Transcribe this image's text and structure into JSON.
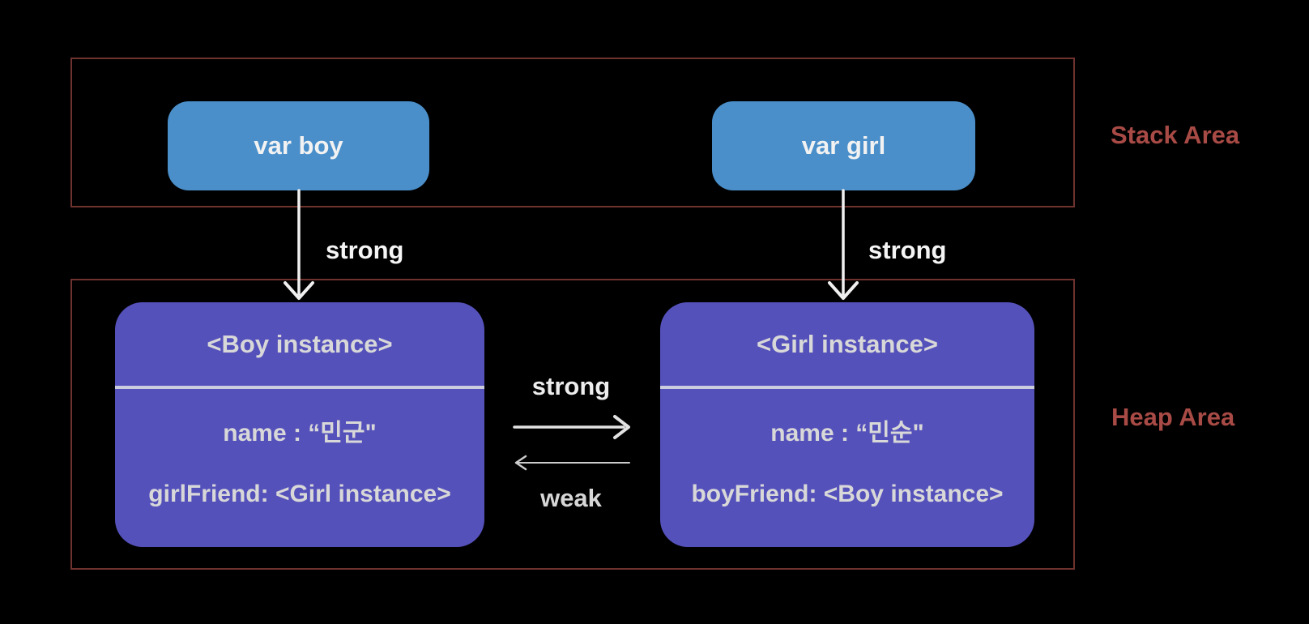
{
  "colors": {
    "background": "#000000",
    "area_border": "#6e332f",
    "area_label": "#a84a45",
    "stack_node": "#4a8fca",
    "stack_node_text": "#f2f2f2",
    "heap_node": "#5551bb",
    "node_text": "#d8d8d8",
    "divider": "#ccccdf",
    "arrow_strong": "#efefef",
    "arrow_weak": "#cccccc"
  },
  "stack_area": {
    "label": "Stack Area",
    "nodes": [
      {
        "label": "var boy"
      },
      {
        "label": "var girl"
      }
    ]
  },
  "heap_area": {
    "label": "Heap Area",
    "nodes": [
      {
        "title": "<Boy instance>",
        "fields": [
          {
            "text": "name : “민군\""
          },
          {
            "text": "girlFriend: <Girl instance>"
          }
        ]
      },
      {
        "title": "<Girl instance>",
        "fields": [
          {
            "text": "name : “민순\""
          },
          {
            "text": "boyFriend: <Boy instance>"
          }
        ]
      }
    ]
  },
  "references": {
    "var_boy_to_boy_instance": {
      "label": "strong"
    },
    "var_girl_to_girl_instance": {
      "label": "strong"
    },
    "boy_to_girl": {
      "label": "strong"
    },
    "girl_to_boy": {
      "label": "weak"
    }
  }
}
